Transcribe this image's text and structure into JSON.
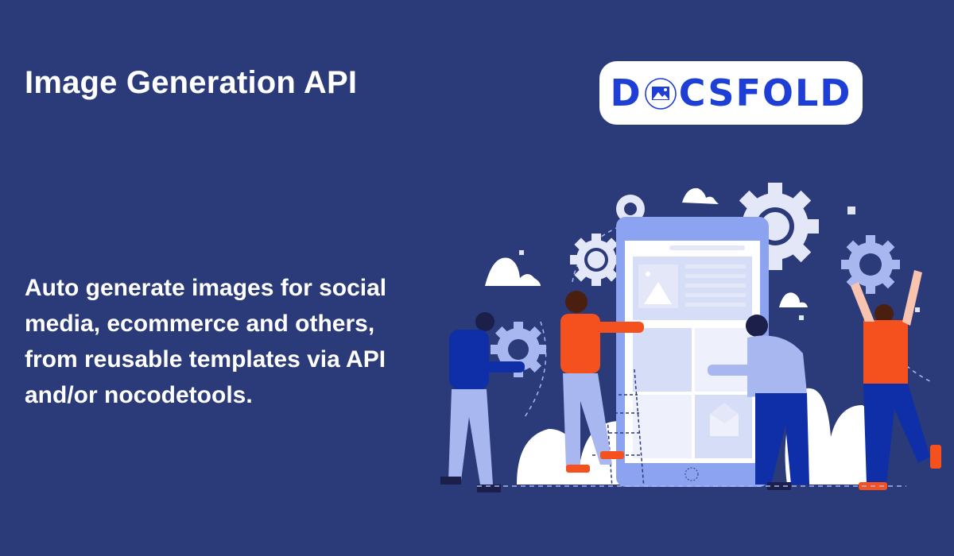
{
  "header": {
    "title": "Image Generation API"
  },
  "logo": {
    "text_before": "D",
    "text_after": "CSFOLD",
    "full_text": "DOCSFOLD",
    "icon": "image-icon",
    "color": "#1d3fd6"
  },
  "description": {
    "text": "Auto generate images for social media, ecommerce and others, from reusable templates via API and/or nocodetools."
  },
  "illustration": {
    "description": "People assembling gears around a large phone/tablet showing image templates",
    "colors": {
      "background": "#2b3a78",
      "device": "#8ba3f0",
      "screen": "#ffffff",
      "gear_light": "#e3e7f8",
      "gear_mid": "#a9b7f0",
      "shirt_orange": "#f4511e",
      "pants_blue": "#0f2fa8",
      "pants_light": "#a9b7f0"
    }
  }
}
